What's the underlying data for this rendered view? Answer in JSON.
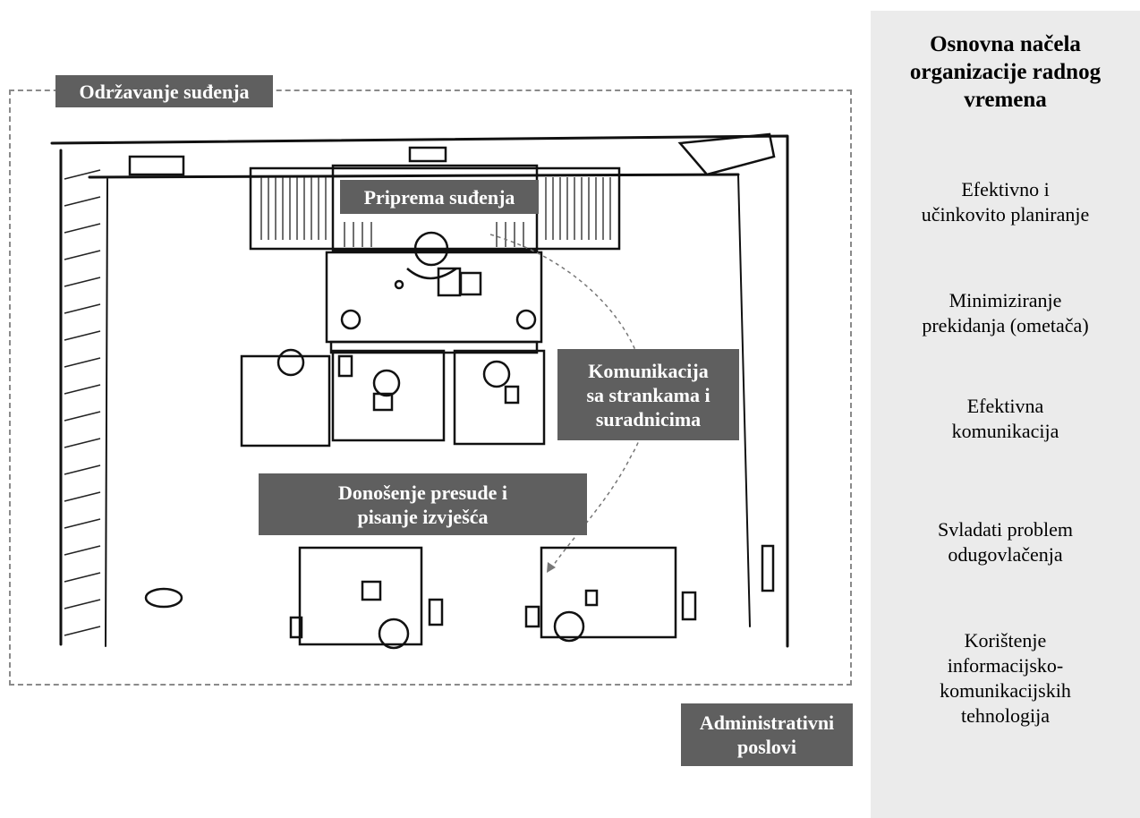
{
  "diagram": {
    "frame_label": "Održavanje suđenja",
    "labels": {
      "priprema": "Priprema suđenja",
      "komunikacija": "Komunikacija\nsa strankama i\nsuradnicima",
      "donosenje": "Donošenje presude i\npisanje izvješća",
      "administrativni": "Administrativni\nposlovi"
    },
    "colors": {
      "label_bg": "#5f5f5f",
      "frame_border": "#8a8a8a",
      "sidebar_bg": "#ebebeb"
    }
  },
  "sidebar": {
    "title": "Osnovna načela\norganizacije radnog\nvremena",
    "items": [
      "Efektivno i\nučinkovito planiranje",
      "Minimiziranje\nprekidanja (ometača)",
      "Efektivna\nkomunikacija",
      "Svladati problem\nodugovlačenja",
      "Korištenje\ninformacijsko-\nkomunikacijskih\ntehnologija"
    ]
  }
}
